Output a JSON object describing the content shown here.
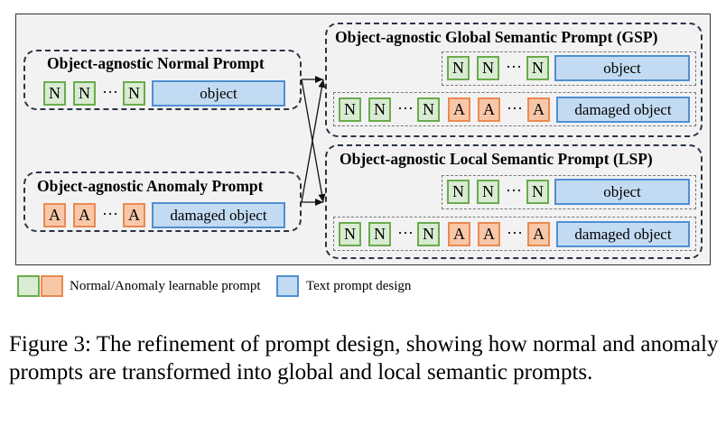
{
  "normal_prompt": {
    "title": "Object-agnostic Normal Prompt",
    "token": "N",
    "dots": "···",
    "text": "object"
  },
  "anomaly_prompt": {
    "title": "Object-agnostic Anomaly Prompt",
    "token": "A",
    "dots": "···",
    "text": "damaged object"
  },
  "gsp": {
    "title": "Object-agnostic Global Semantic Prompt (GSP)",
    "row1": {
      "token": "N",
      "dots": "···",
      "text": "object"
    },
    "row2": {
      "token_n": "N",
      "token_a": "A",
      "dots": "···",
      "text": "damaged object"
    }
  },
  "lsp": {
    "title": "Object-agnostic Local Semantic Prompt (LSP)",
    "row1": {
      "token": "N",
      "dots": "···",
      "text": "object"
    },
    "row2": {
      "token_n": "N",
      "token_a": "A",
      "dots": "···",
      "text": "damaged object"
    }
  },
  "legend": {
    "learnable": "Normal/Anomaly learnable prompt",
    "text_design": "Text prompt design"
  },
  "caption": "Figure 3: The refinement of prompt design, showing how normal and anomaly prompts are transformed into global and local semantic prompts.",
  "colors": {
    "normal_fill": "#d9ebd2",
    "normal_border": "#6aab4e",
    "anomaly_fill": "#f8c7a8",
    "anomaly_border": "#e98a50",
    "text_fill": "#c3dbf2",
    "text_border": "#4f8fd2"
  }
}
